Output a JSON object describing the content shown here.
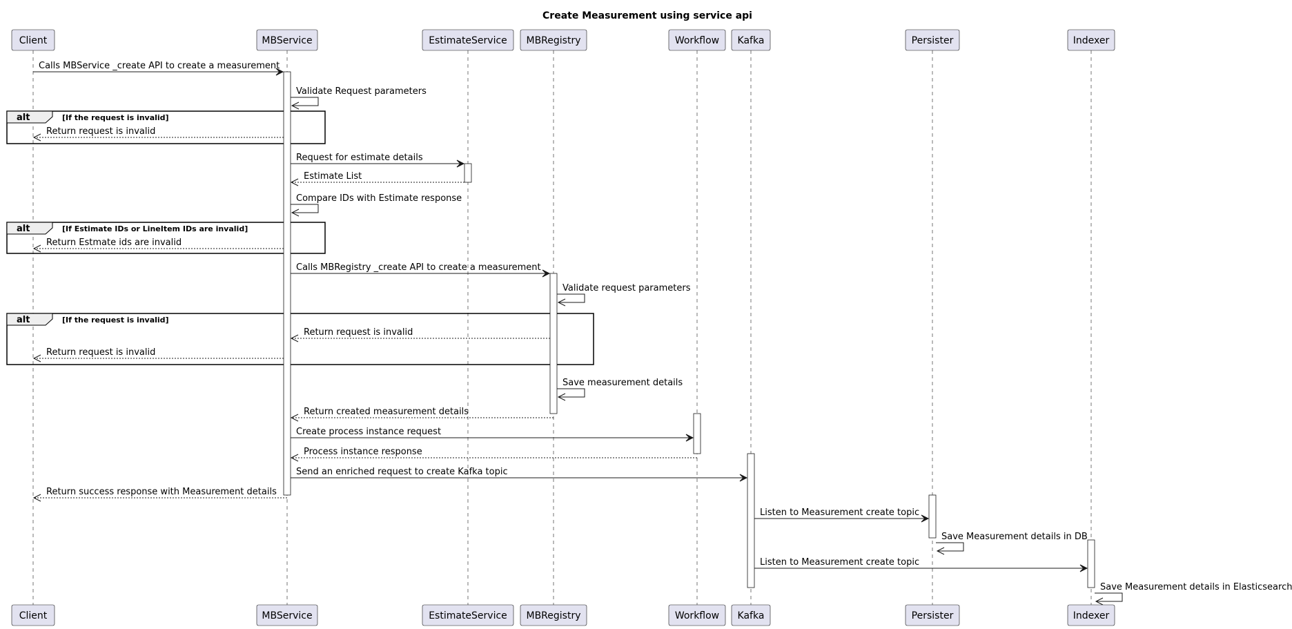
{
  "title": "Create Measurement using service api",
  "participants": [
    "Client",
    "MBService",
    "EstimateService",
    "MBRegistry",
    "Workflow",
    "Kafka",
    "Persister",
    "Indexer"
  ],
  "messages": [
    {
      "from": "Client",
      "to": "MBService",
      "label": "Calls MBService _create API to create a measurement",
      "style": "solid"
    },
    {
      "from": "MBService",
      "to": "MBService",
      "label": "Validate Request parameters",
      "style": "solid"
    },
    {
      "from": "MBService",
      "to": "Client",
      "label": "Return request is invalid",
      "style": "dashed"
    },
    {
      "from": "MBService",
      "to": "EstimateService",
      "label": "Request for estimate details",
      "style": "solid"
    },
    {
      "from": "EstimateService",
      "to": "MBService",
      "label": "Estimate List",
      "style": "dashed"
    },
    {
      "from": "MBService",
      "to": "MBService",
      "label": "Compare IDs with Estimate response",
      "style": "solid"
    },
    {
      "from": "MBService",
      "to": "Client",
      "label": "Return Estmate ids are invalid",
      "style": "dashed"
    },
    {
      "from": "MBService",
      "to": "MBRegistry",
      "label": "Calls MBRegistry _create API to create a measurement",
      "style": "solid"
    },
    {
      "from": "MBRegistry",
      "to": "MBRegistry",
      "label": "Validate request parameters",
      "style": "solid"
    },
    {
      "from": "MBRegistry",
      "to": "MBService",
      "label": "Return request is invalid",
      "style": "dashed"
    },
    {
      "from": "MBService",
      "to": "Client",
      "label": "Return request is invalid",
      "style": "dashed"
    },
    {
      "from": "MBRegistry",
      "to": "MBRegistry",
      "label": "Save measurement details",
      "style": "solid"
    },
    {
      "from": "MBRegistry",
      "to": "MBService",
      "label": "Return created measurement details",
      "style": "dashed"
    },
    {
      "from": "MBService",
      "to": "Workflow",
      "label": "Create process instance request",
      "style": "solid"
    },
    {
      "from": "Workflow",
      "to": "MBService",
      "label": "Process instance response",
      "style": "dashed"
    },
    {
      "from": "MBService",
      "to": "Kafka",
      "label": "Send an enriched request to create Kafka topic",
      "style": "solid"
    },
    {
      "from": "MBService",
      "to": "Client",
      "label": "Return success response with Measurement details",
      "style": "dashed"
    },
    {
      "from": "Kafka",
      "to": "Persister",
      "label": "Listen to Measurement create topic",
      "style": "solid"
    },
    {
      "from": "Persister",
      "to": "Persister",
      "label": "Save Measurement details in DB",
      "style": "solid"
    },
    {
      "from": "Kafka",
      "to": "Indexer",
      "label": "Listen to Measurement create topic",
      "style": "solid"
    },
    {
      "from": "Indexer",
      "to": "Indexer",
      "label": "Save Measurement details in Elasticsearch",
      "style": "solid"
    }
  ],
  "alt_blocks": [
    {
      "keyword": "alt",
      "condition": "[If the request is invalid]"
    },
    {
      "keyword": "alt",
      "condition": "[If Estimate IDs or LineItem IDs are invalid]"
    },
    {
      "keyword": "alt",
      "condition": "[If the request is invalid]"
    }
  ]
}
